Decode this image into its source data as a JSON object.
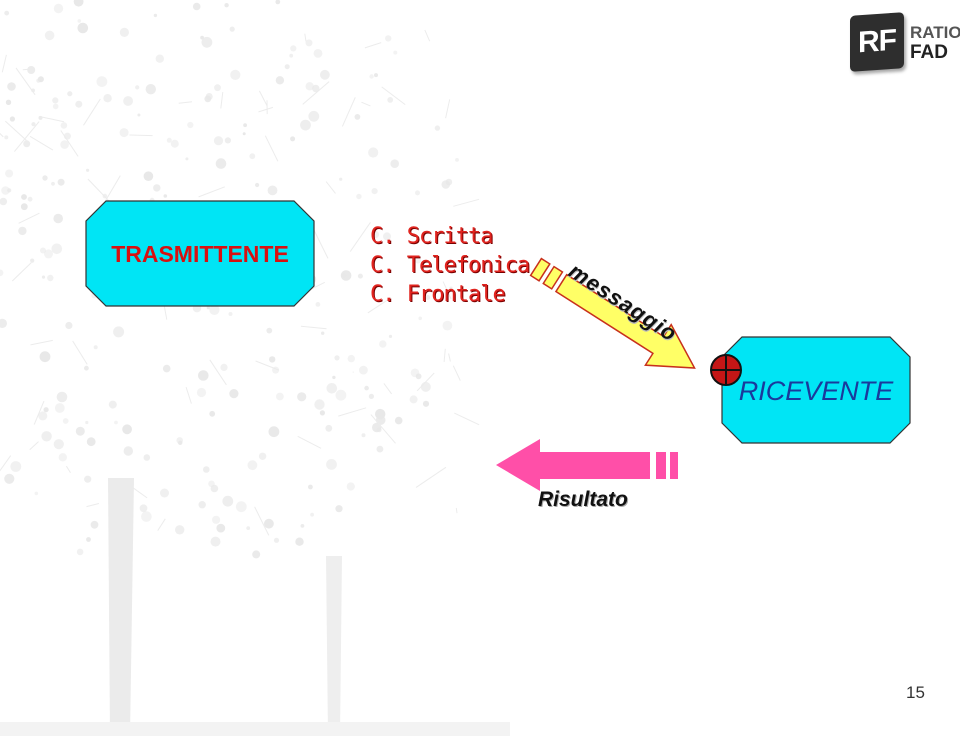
{
  "diagram": {
    "sender": "TRASMITTENTE",
    "receiver": "RICEVENTE",
    "channels": [
      "C. Scritta",
      "C. Telefonica",
      "C. Frontale"
    ],
    "message_label": "messaggio",
    "result_label": "Risultato"
  },
  "logo": {
    "badge": "RF",
    "top_text": "RATIO",
    "bottom_text": "FAD"
  },
  "page_number": "15",
  "colors": {
    "box_fill": "#00e5f5",
    "message_arrow": "#ffff66",
    "result_arrow": "#ff4fa8",
    "sender_text": "#d81010",
    "receiver_text": "#1a3a9c",
    "channel_text": "#e1241f"
  }
}
